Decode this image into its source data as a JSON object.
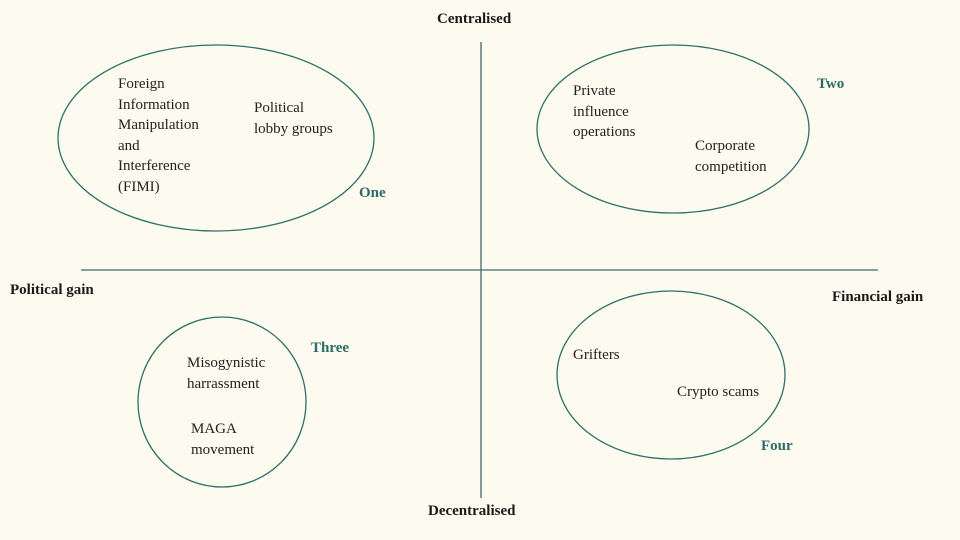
{
  "axes": {
    "top": "Centralised",
    "bottom": "Decentralised",
    "left": "Political gain",
    "right": "Financial gain"
  },
  "colors": {
    "background": "#fdfaef",
    "axis": "#3f6b6a",
    "cluster": "#2e6e6a",
    "cluster_label": "#2b6c68"
  },
  "clusters": [
    {
      "label": "One",
      "items": [
        "Foreign\nInformation\nManipulation\nand\nInterference\n(FIMI)",
        "Political\nlobby groups"
      ]
    },
    {
      "label": "Two",
      "items": [
        "Private\ninfluence\noperations",
        "Corporate\ncompetition"
      ]
    },
    {
      "label": "Three",
      "items": [
        "Misogynistic\nharrassment",
        "MAGA\nmovement"
      ]
    },
    {
      "label": "Four",
      "items": [
        "Grifters",
        "Crypto scams"
      ]
    }
  ]
}
